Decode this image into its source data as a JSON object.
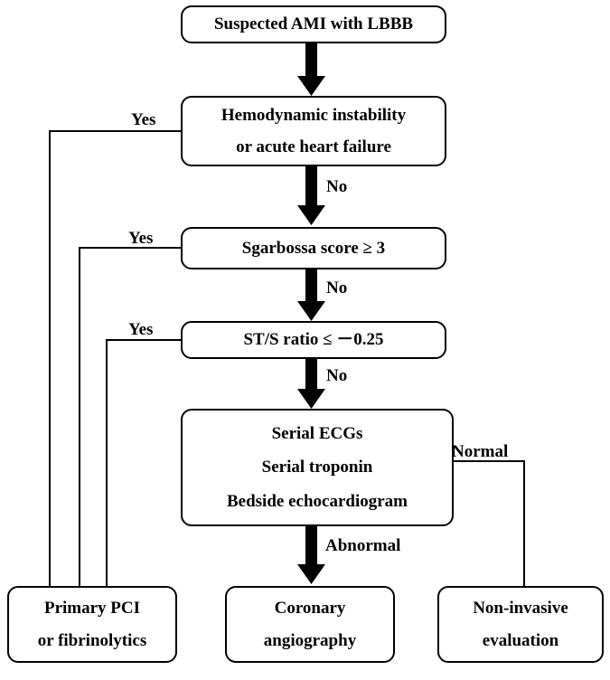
{
  "nodes": {
    "start": {
      "line1": "Suspected AMI with LBBB"
    },
    "hemo": {
      "line1": "Hemodynamic instability",
      "line2": "or acute heart failure"
    },
    "sgarbossa": {
      "line1": "Sgarbossa score ≥ 3"
    },
    "ratio": {
      "line1": "ST/S ratio ≤ －0.25"
    },
    "serial": {
      "line1": "Serial ECGs",
      "line2": "Serial troponin",
      "line3": "Bedside echocardiogram"
    },
    "pci": {
      "line1": "Primary PCI",
      "line2": "or fibrinolytics"
    },
    "angio": {
      "line1": "Coronary",
      "line2": "angiography"
    },
    "noninv": {
      "line1": "Non-invasive",
      "line2": "evaluation"
    }
  },
  "edges": {
    "hemo_yes": "Yes",
    "hemo_no": "No",
    "sgarbossa_yes": "Yes",
    "sgarbossa_no": "No",
    "ratio_yes": "Yes",
    "ratio_no": "No",
    "serial_normal": "Normal",
    "serial_abnormal": "Abnormal"
  }
}
